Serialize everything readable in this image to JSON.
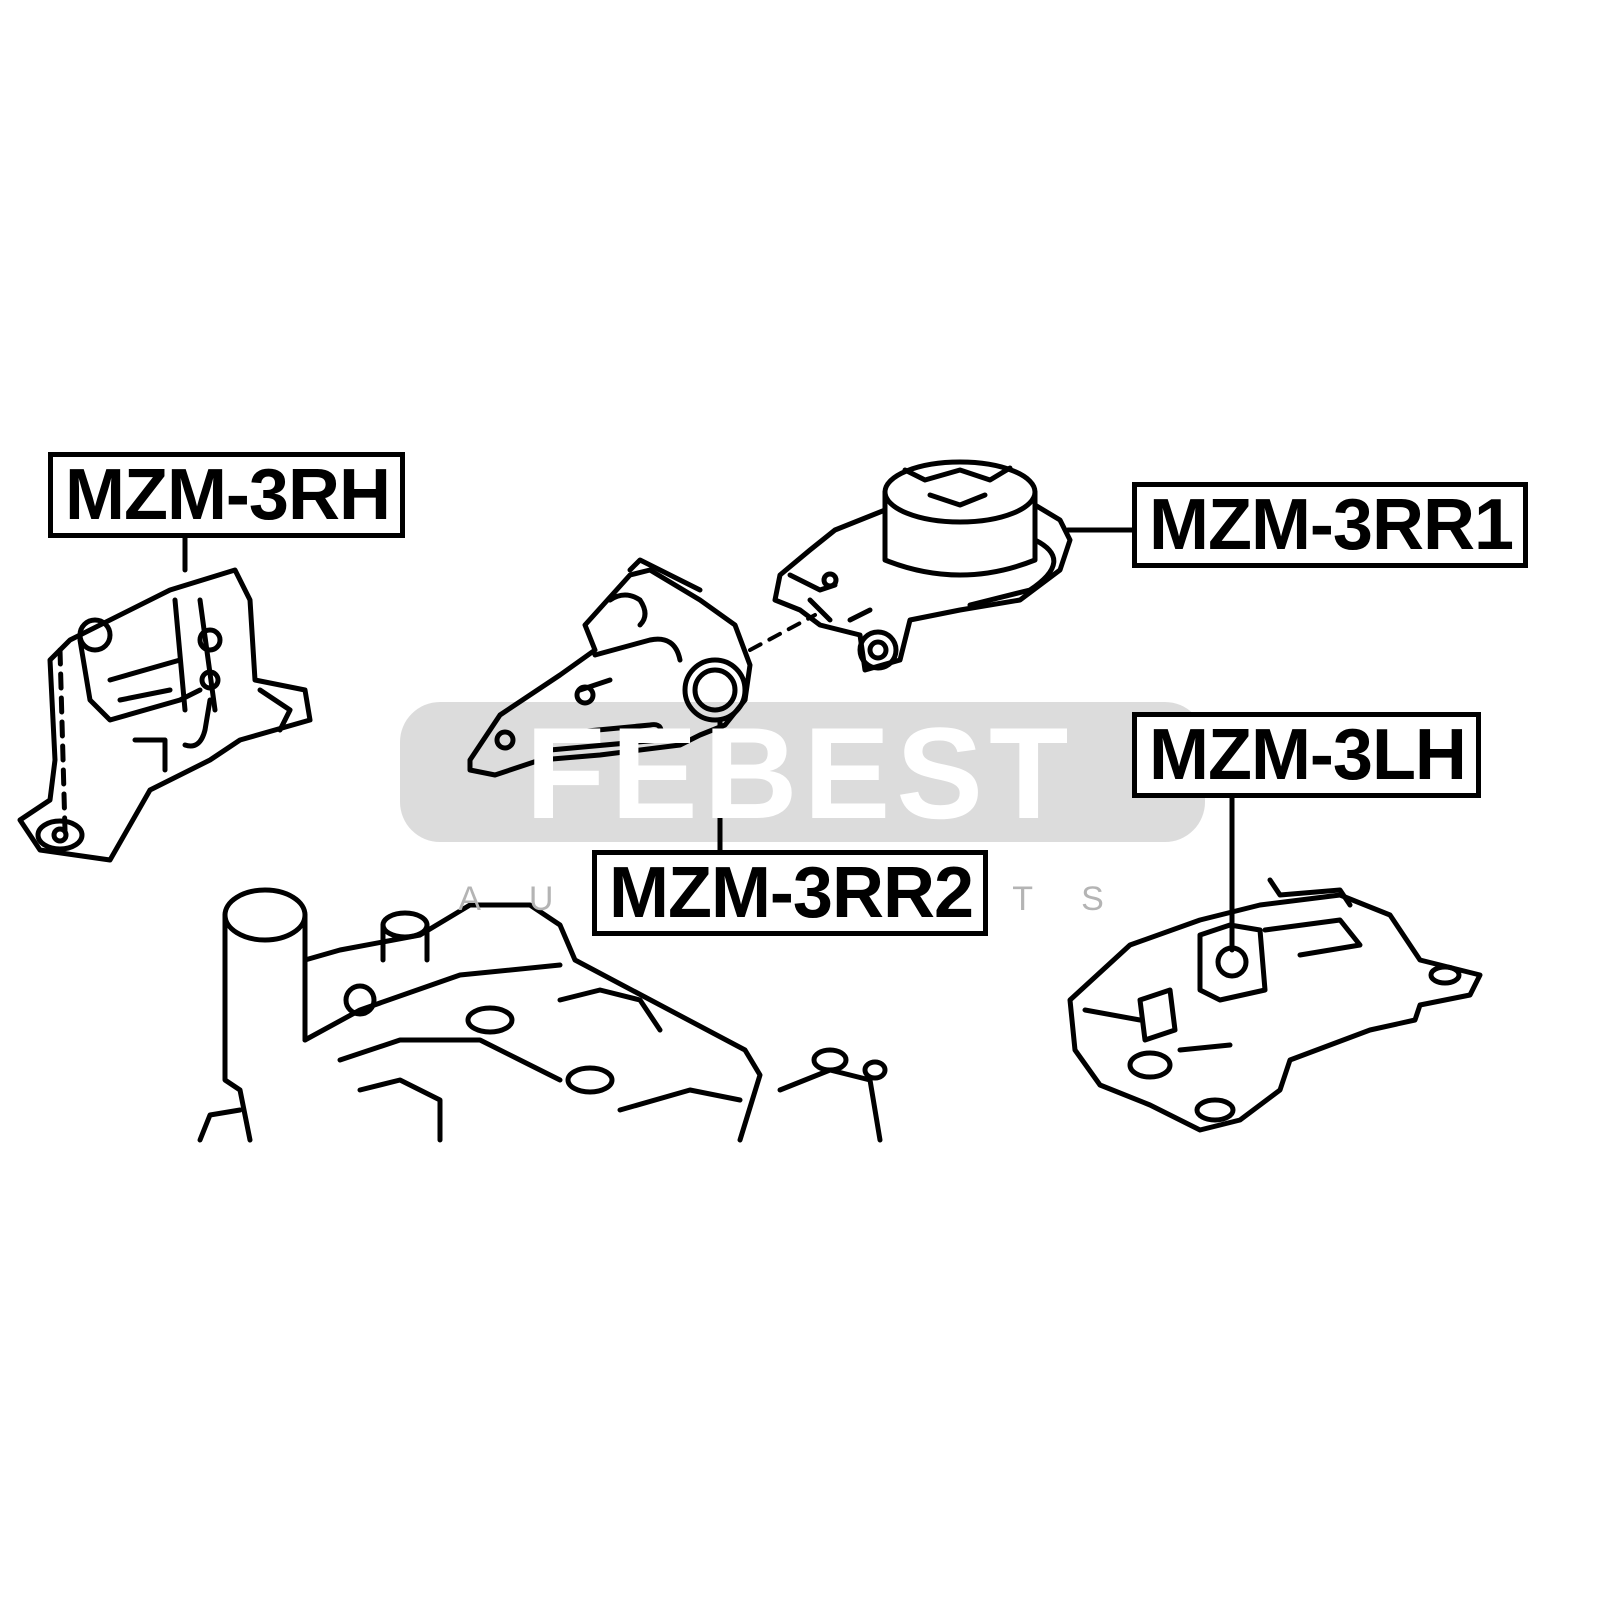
{
  "labels": {
    "rh": "MZM-3RH",
    "rr1": "MZM-3RR1",
    "rr2": "MZM-3RR2",
    "lh": "MZM-3LH"
  },
  "watermark": {
    "brand": "FEBEST",
    "subtitle": "AUTO PARTS"
  },
  "colors": {
    "line": "#000000",
    "watermark_band": "#d6d6d6",
    "background": "#ffffff"
  }
}
